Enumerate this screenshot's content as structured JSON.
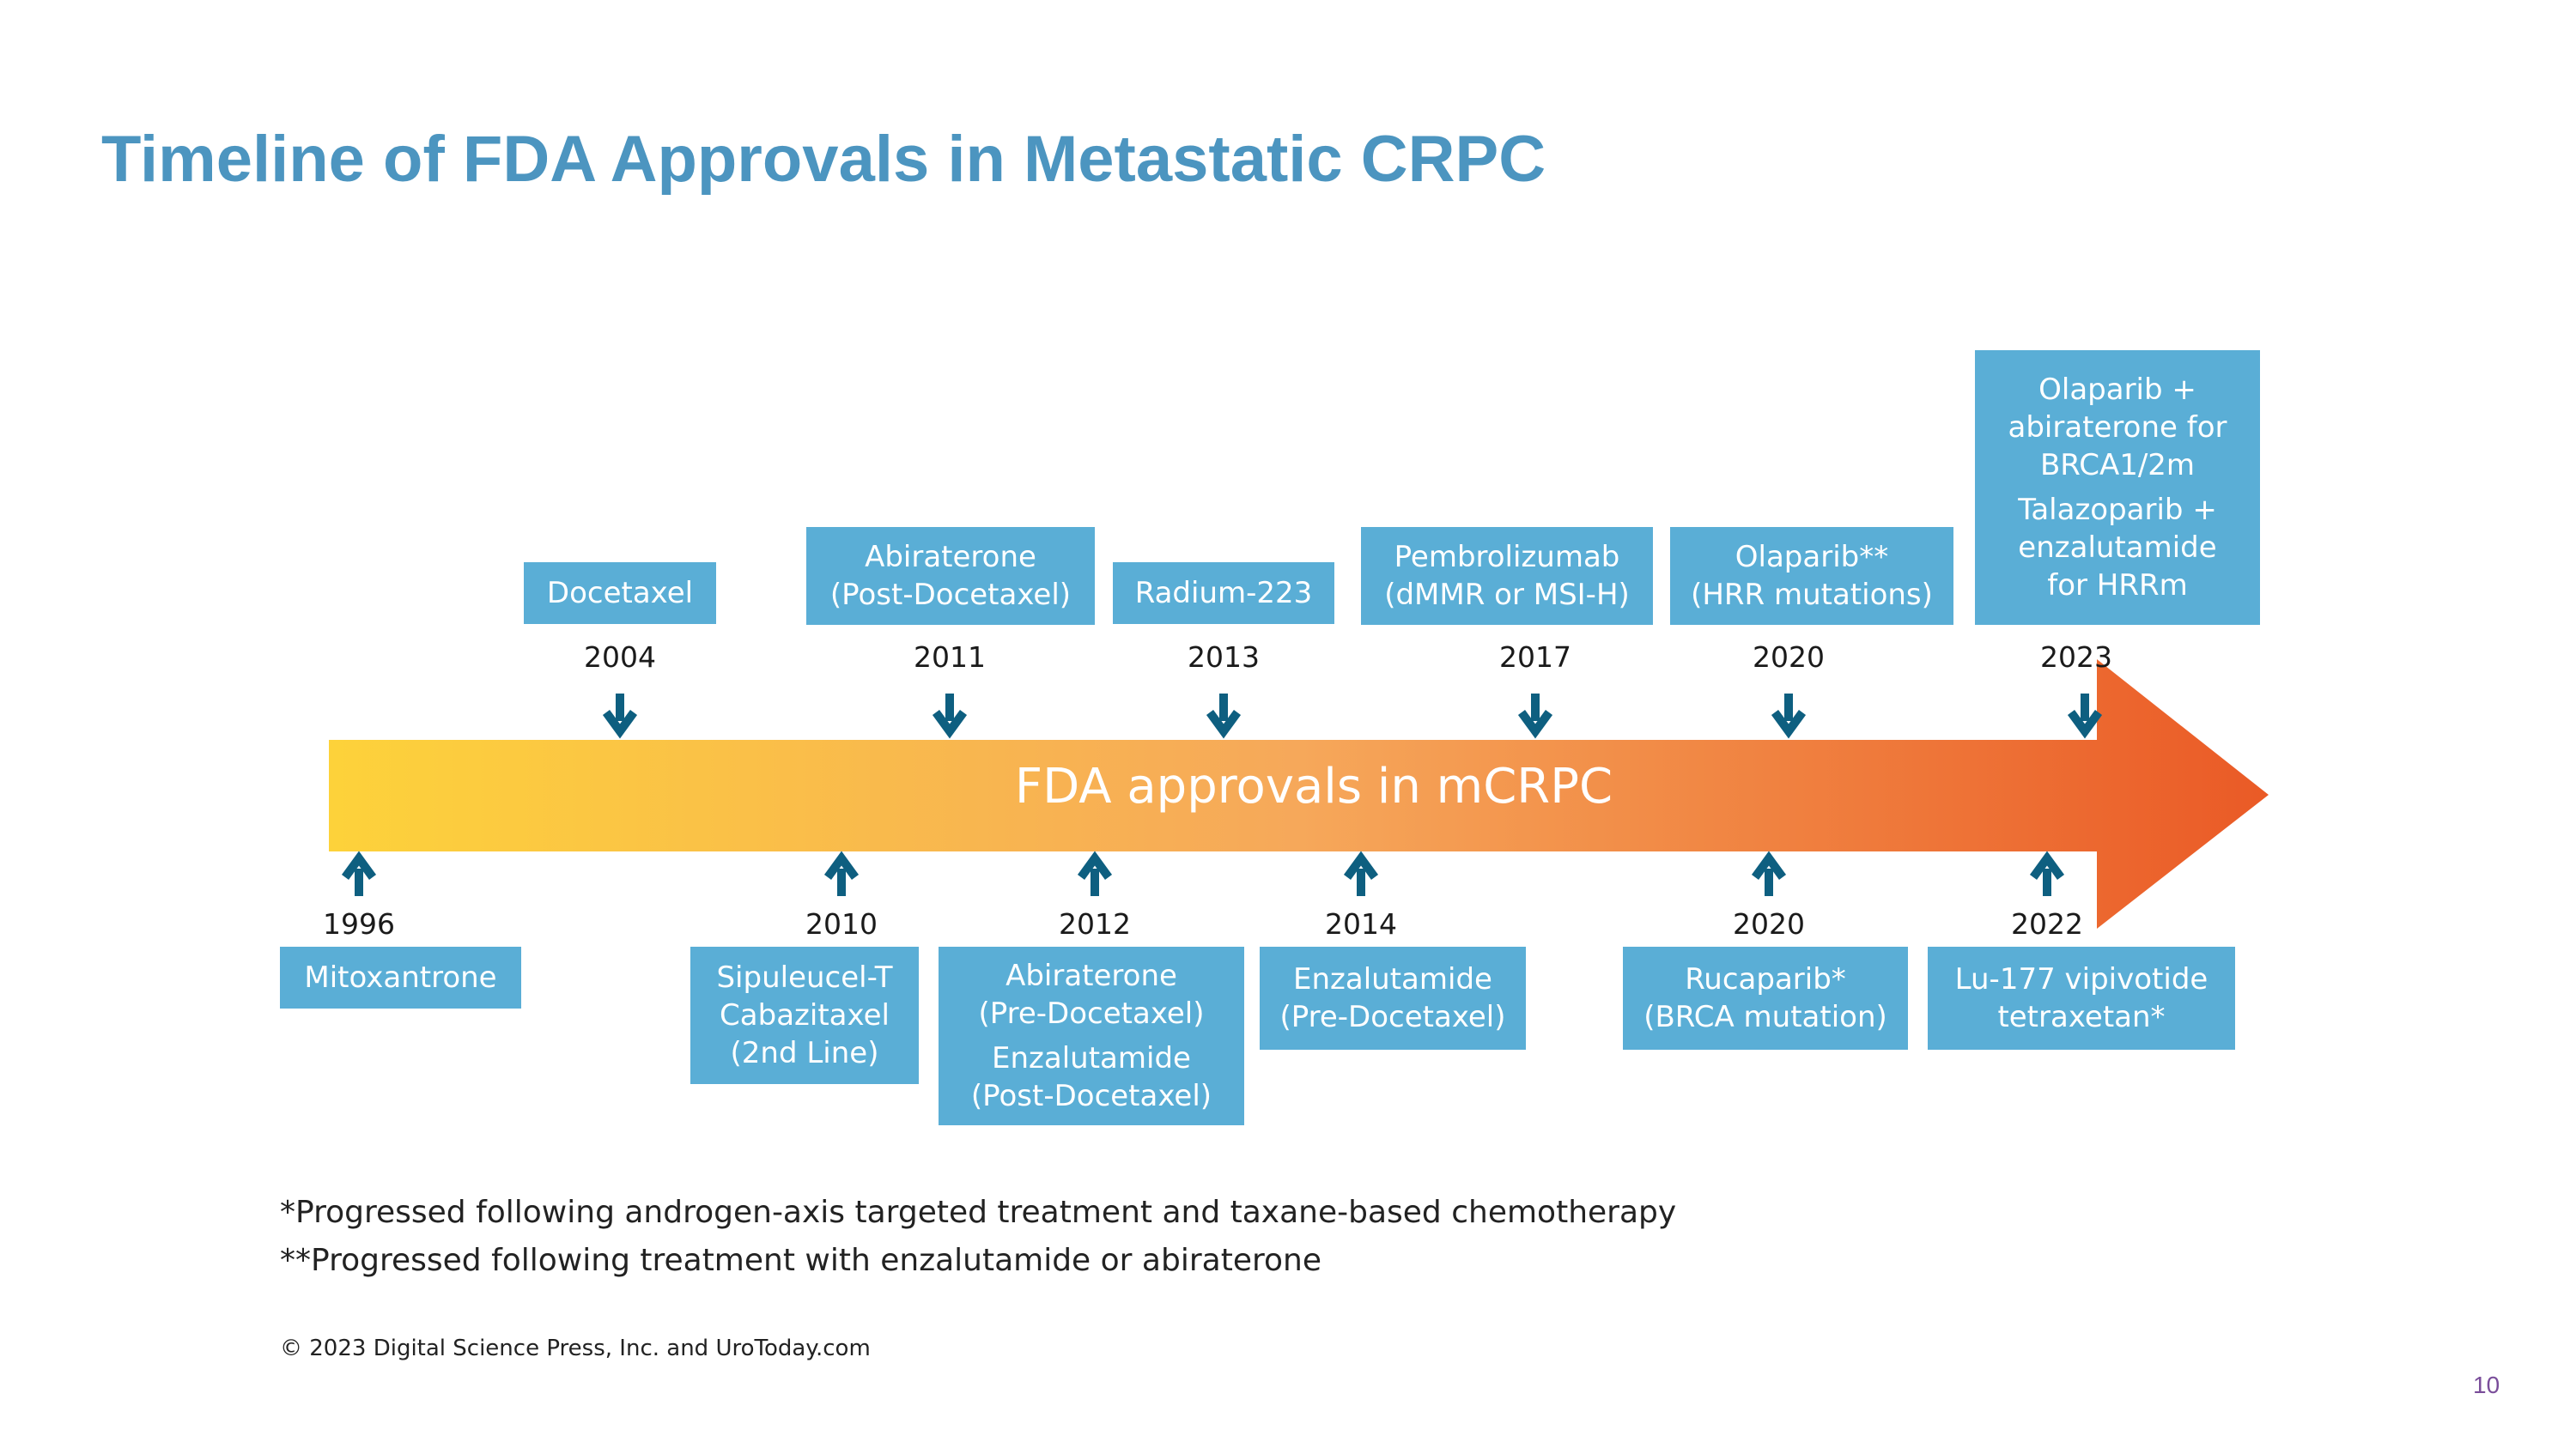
{
  "title": "Timeline of FDA Approvals in Metastatic CRPC",
  "banner_label": "FDA approvals in mCRPC",
  "colors": {
    "title": "#4c95c0",
    "box": "#5aaed6",
    "arrow": "#0e5f80",
    "gradient_start": "#fdd23a",
    "gradient_end": "#ea5a26"
  },
  "top_events": [
    {
      "year": "2004",
      "lines": [
        "Docetaxel"
      ]
    },
    {
      "year": "2011",
      "lines": [
        "Abiraterone",
        "(Post-Docetaxel)"
      ]
    },
    {
      "year": "2013",
      "lines": [
        "Radium-223"
      ]
    },
    {
      "year": "2017",
      "lines": [
        "Pembrolizumab",
        "(dMMR or MSI-H)"
      ]
    },
    {
      "year": "2020",
      "lines": [
        "Olaparib**",
        "(HRR mutations)"
      ]
    },
    {
      "year": "2023",
      "lines": [
        "Olaparib +",
        "abiraterone for",
        "BRCA1/2m",
        "Talazoparib +",
        "enzalutamide",
        "for HRRm"
      ]
    }
  ],
  "bottom_events": [
    {
      "year": "1996",
      "lines": [
        "Mitoxantrone"
      ]
    },
    {
      "year": "2010",
      "lines": [
        "Sipuleucel-T",
        "Cabazitaxel",
        "(2nd Line)"
      ]
    },
    {
      "year": "2012",
      "lines": [
        "Abiraterone",
        "(Pre-Docetaxel)",
        "Enzalutamide",
        "(Post-Docetaxel)"
      ]
    },
    {
      "year": "2014",
      "lines": [
        "Enzalutamide",
        "(Pre-Docetaxel)"
      ]
    },
    {
      "year": "2020",
      "lines": [
        "Rucaparib*",
        "(BRCA mutation)"
      ]
    },
    {
      "year": "2022",
      "lines": [
        "Lu-177 vipivotide",
        "tetraxetan*"
      ]
    }
  ],
  "footnotes": [
    "*Progressed following androgen-axis targeted treatment and taxane-based chemotherapy",
    "**Progressed following treatment with enzalutamide or abiraterone"
  ],
  "copyright": "© 2023 Digital Science Press, Inc. and UroToday.com",
  "page_number": "10"
}
